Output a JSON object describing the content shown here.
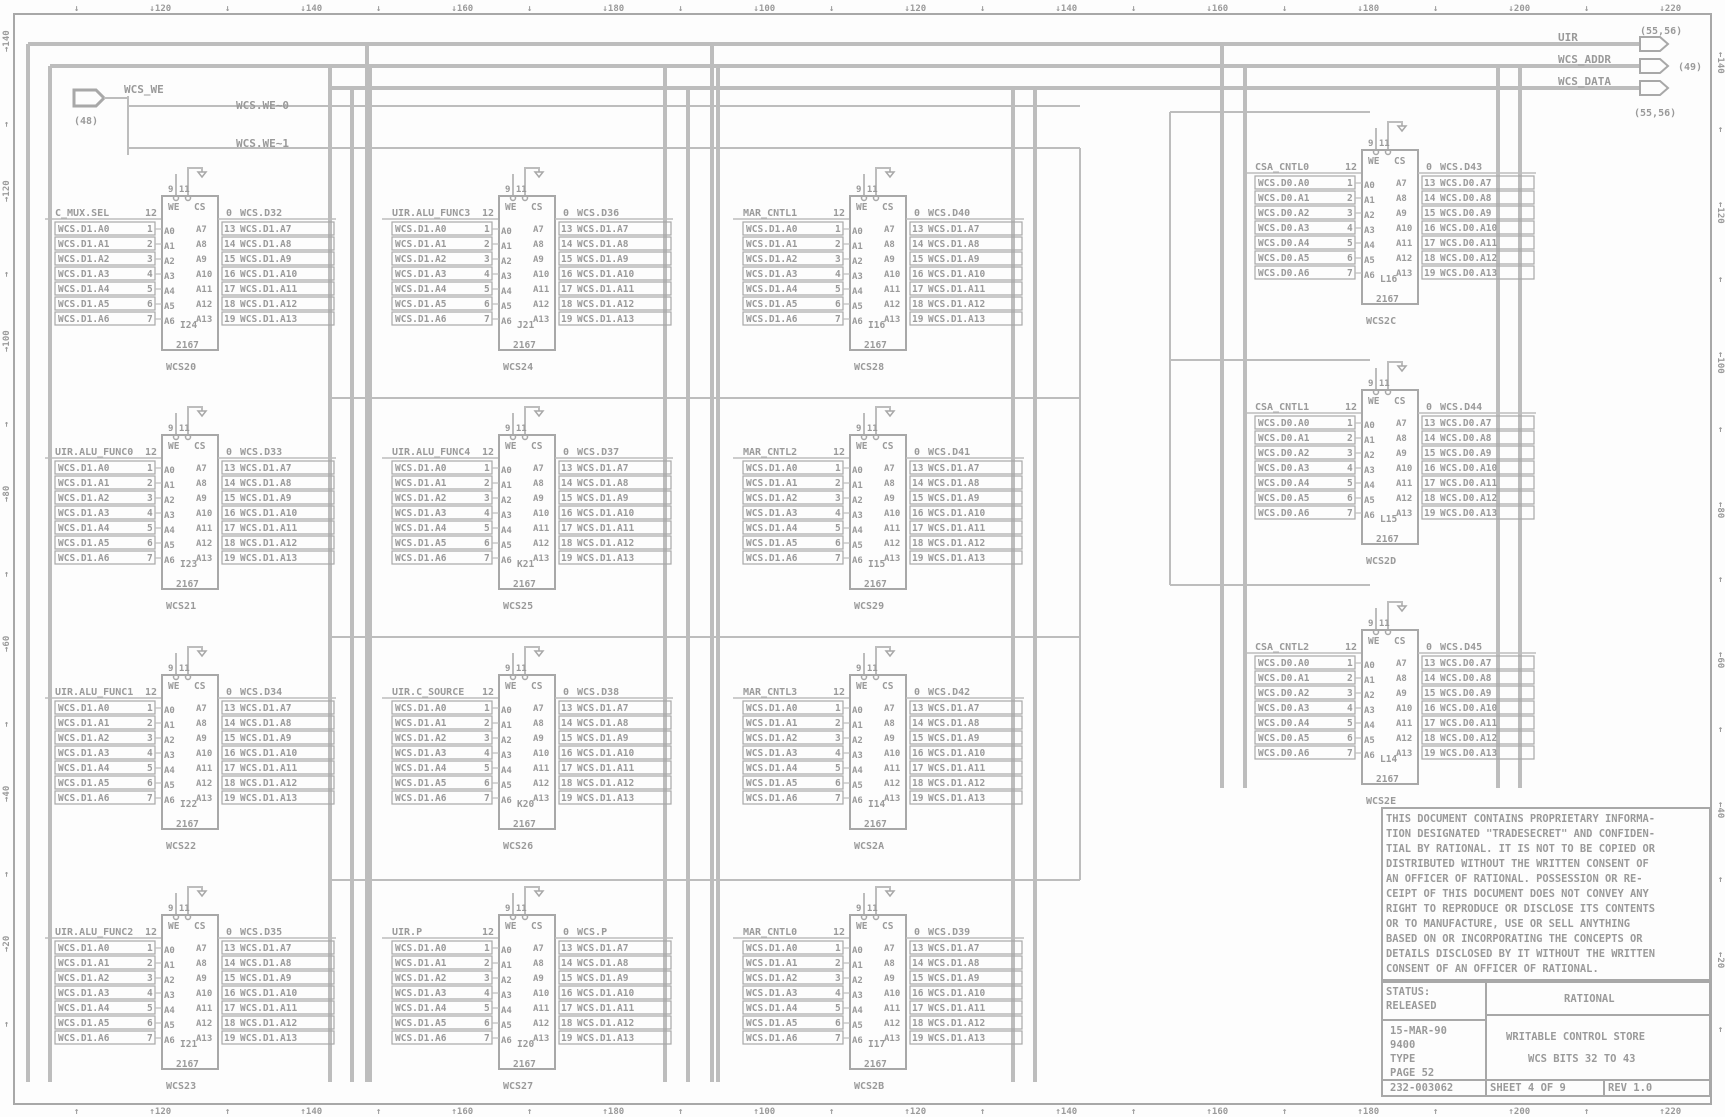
{
  "ruler": {
    "top": [
      "↓",
      "↓120",
      "↓",
      "↓140",
      "↓",
      "↓160",
      "↓",
      "↓180",
      "↓",
      "↓100",
      "↓",
      "↓120",
      "↓",
      "↓140",
      "↓",
      "↓160",
      "↓",
      "↓180",
      "↓",
      "↓200",
      "↓",
      "↓220"
    ],
    "bottom": [
      "↑",
      "↑120",
      "↑",
      "↑140",
      "↑",
      "↑160",
      "↑",
      "↑180",
      "↑",
      "↑100",
      "↑",
      "↑120",
      "↑",
      "↑140",
      "↑",
      "↑160",
      "↑",
      "↑180",
      "↑",
      "↑200",
      "↑",
      "↑220"
    ],
    "left": [
      "→140",
      "→",
      "→120",
      "→",
      "→100",
      "→",
      "→80",
      "→",
      "→60",
      "→",
      "→40",
      "→",
      "→20",
      "→"
    ],
    "right": [
      "←140",
      "←",
      "←120",
      "←",
      "←100",
      "←",
      "←80",
      "←",
      "←60",
      "←",
      "←40",
      "←",
      "←20",
      "←"
    ]
  },
  "signals": {
    "wcs_we": "WCS_WE",
    "wcs_we_ref": "(48)",
    "wcs_we_0": "WCS.WE~0",
    "wcs_we_1": "WCS.WE~1",
    "uir": "UIR",
    "uir_ref": "(55,56)",
    "wcs_addr": "WCS_ADDR",
    "wcs_addr_ref": "(49)",
    "wcs_data": "WCS_DATA",
    "wcs_data_ref": "(55,56)"
  },
  "chip_pins": {
    "we": "WE",
    "cs": "CS",
    "top_pins": "9 11",
    "part": "2167",
    "addr_pins": [
      "A0",
      "A1",
      "A2",
      "A3",
      "A4",
      "A5",
      "A6"
    ],
    "high_pins": [
      "A7",
      "A8",
      "A9",
      "A10",
      "A11",
      "A12",
      "A13"
    ]
  },
  "chips": [
    {
      "name": "WCS20",
      "ref": "I24",
      "ctrl": "C_MUX.SEL",
      "ctrl_num": "12",
      "out": "WCS.D32",
      "in_prefix": "WCS.D1.",
      "out_prefix": "WCS.D1."
    },
    {
      "name": "WCS21",
      "ref": "I23",
      "ctrl": "UIR.ALU_FUNC0",
      "ctrl_num": "12",
      "out": "WCS.D33",
      "in_prefix": "WCS.D1.",
      "out_prefix": "WCS.D1."
    },
    {
      "name": "WCS22",
      "ref": "I22",
      "ctrl": "UIR.ALU_FUNC1",
      "ctrl_num": "12",
      "out": "WCS.D34",
      "in_prefix": "WCS.D1.",
      "out_prefix": "WCS.D1."
    },
    {
      "name": "WCS23",
      "ref": "I21",
      "ctrl": "UIR.ALU_FUNC2",
      "ctrl_num": "12",
      "out": "WCS.D35",
      "in_prefix": "WCS.D1.",
      "out_prefix": "WCS.D1."
    },
    {
      "name": "WCS24",
      "ref": "J21",
      "ctrl": "UIR.ALU_FUNC3",
      "ctrl_num": "12",
      "out": "WCS.D36",
      "in_prefix": "WCS.D1.",
      "out_prefix": "WCS.D1."
    },
    {
      "name": "WCS25",
      "ref": "K21",
      "ctrl": "UIR.ALU_FUNC4",
      "ctrl_num": "12",
      "out": "WCS.D37",
      "in_prefix": "WCS.D1.",
      "out_prefix": "WCS.D1."
    },
    {
      "name": "WCS26",
      "ref": "K20",
      "ctrl": "UIR.C_SOURCE",
      "ctrl_num": "12",
      "out": "WCS.D38",
      "in_prefix": "WCS.D1.",
      "out_prefix": "WCS.D1."
    },
    {
      "name": "WCS27",
      "ref": "I20",
      "ctrl": "UIR.P",
      "ctrl_num": "12",
      "out": "WCS.P",
      "in_prefix": "WCS.D1.",
      "out_prefix": "WCS.D1."
    },
    {
      "name": "WCS28",
      "ref": "I16",
      "ctrl": "MAR_CNTL1",
      "ctrl_num": "12",
      "out": "WCS.D40",
      "in_prefix": "WCS.D1.",
      "out_prefix": "WCS.D1."
    },
    {
      "name": "WCS29",
      "ref": "I15",
      "ctrl": "MAR_CNTL2",
      "ctrl_num": "12",
      "out": "WCS.D41",
      "in_prefix": "WCS.D1.",
      "out_prefix": "WCS.D1."
    },
    {
      "name": "WCS2A",
      "ref": "I14",
      "ctrl": "MAR_CNTL3",
      "ctrl_num": "12",
      "out": "WCS.D42",
      "in_prefix": "WCS.D1.",
      "out_prefix": "WCS.D1."
    },
    {
      "name": "WCS2B",
      "ref": "I17",
      "ctrl": "MAR_CNTL0",
      "ctrl_num": "12",
      "out": "WCS.D39",
      "in_prefix": "WCS.D1.",
      "out_prefix": "WCS.D1."
    },
    {
      "name": "WCS2C",
      "ref": "L16",
      "ctrl": "CSA_CNTL0",
      "ctrl_num": "12",
      "out": "WCS.D43",
      "in_prefix": "WCS.D0.",
      "out_prefix": "WCS.D0."
    },
    {
      "name": "WCS2D",
      "ref": "L15",
      "ctrl": "CSA_CNTL1",
      "ctrl_num": "12",
      "out": "WCS.D44",
      "in_prefix": "WCS.D0.",
      "out_prefix": "WCS.D0."
    },
    {
      "name": "WCS2E",
      "ref": "L14",
      "ctrl": "CSA_CNTL2",
      "ctrl_num": "12",
      "out": "WCS.D45",
      "in_prefix": "WCS.D0.",
      "out_prefix": "WCS.D0."
    }
  ],
  "notice": [
    "THIS DOCUMENT CONTAINS PROPRIETARY INFORMA-",
    "TION DESIGNATED \"TRADESECRET\" AND CONFIDEN-",
    "TIAL BY RATIONAL. IT IS NOT TO BE COPIED OR",
    "DISTRIBUTED WITHOUT THE WRITTEN CONSENT OF",
    "AN OFFICER OF RATIONAL. POSSESSION OR RE-",
    "CEIPT OF THIS DOCUMENT DOES NOT CONVEY ANY",
    "RIGHT TO REPRODUCE OR DISCLOSE ITS CONTENTS",
    "OR TO MANUFACTURE, USE OR SELL ANYTHING",
    "BASED ON OR INCORPORATING THE CONCEPTS OR",
    "DETAILS DISCLOSED BY IT WITHOUT THE WRITTEN",
    "CONSENT OF AN OFFICER OF RATIONAL."
  ],
  "title_block": {
    "status_label": "STATUS:",
    "status": "RELEASED",
    "company": "RATIONAL",
    "date": "15-MAR-90",
    "model": "9400",
    "type": "TYPE",
    "page": "PAGE  52",
    "doc_number": "232-003062",
    "title_line1": "WRITABLE CONTROL STORE",
    "title_line2": "WCS BITS 32 TO 43",
    "sheet": "SHEET 4  OF 9",
    "rev": "REV  1.0"
  }
}
